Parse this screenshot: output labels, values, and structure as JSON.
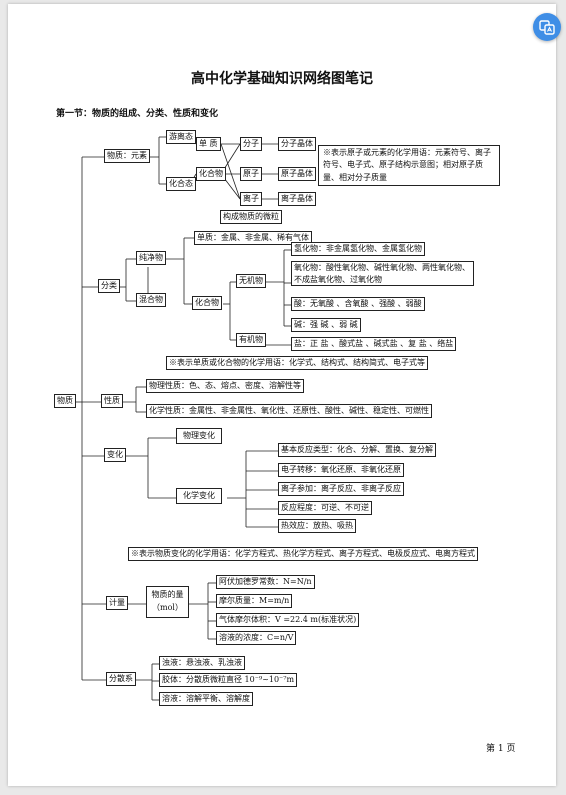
{
  "title": "高中化学基础知识网络图笔记",
  "section": "第一节：物质的组成、分类、性质和变化",
  "page_number": "第 1 页",
  "nodes": {
    "root": "物质",
    "composition": "物质：元素",
    "free_state": "游离态",
    "combined_state": "化合态",
    "simple_substance": "单 质",
    "compound_top": "化合物",
    "molecule": "分子",
    "atom": "原子",
    "ion": "离子",
    "molecular_crystal": "分子晶体",
    "atomic_crystal": "原子晶体",
    "ionic_crystal": "离子晶体",
    "note_composition": "※表示原子或元素的化学用语：元素符号、离子符号、电子式、原子结构示意图；相对原子质量、相对分子质量",
    "particles": "构成物质的微粒",
    "classification": "分类",
    "pure": "纯净物",
    "mixture": "混合物",
    "elements_types": "单质：金属、非金属、稀有气体",
    "compound": "化合物",
    "inorganic": "无机物",
    "organic": "有机物",
    "hydride": "氢化物：非金属氢化物、金属氢化物",
    "oxide": "氧化物：酸性氧化物、碱性氧化物、两性氧化物、不成盐氧化物、过氧化物",
    "acid": "酸：无氧酸 、含氧酸 、强酸 、弱酸",
    "base": "碱：强 碱 、弱 碱",
    "salt": "盐：正 盐 、酸式盐 、碱式盐 、复 盐 、络盐",
    "note_classification": "※表示单质或化合物的化学用语：化学式、结构式、结构简式、电子式等",
    "property": "性质",
    "physical_property": "物理性质：色、态、熔点、密度、溶解性等",
    "chemical_property": "化学性质：金属性、非金属性、氧化性、还原性、酸性、碱性、稳定性、可燃性",
    "change": "变化",
    "physical_change": "物理变化",
    "chemical_change": "化学变化",
    "reaction_basic": "基本反应类型：化合、分解、置换、复分解",
    "electron_transfer": "电子转移：氧化还原、非氧化还原",
    "ion_participation": "离子参加：离子反应、非离子反应",
    "reaction_degree": "反应程度：可逆、不可逆",
    "heat_effect": "热效应：放热、吸热",
    "note_change": "※表示物质变化的化学用语：化学方程式、热化学方程式、离子方程式、电极反应式、电离方程式",
    "measurement": "计量",
    "amount": "物质的量（mol）",
    "avogadro": "阿伏加德罗常数：N=N/n",
    "molar_mass": "摩尔质量：M=m/n",
    "molar_volume": "气体摩尔体积：V =22.4 m(标准状况)",
    "concentration": "溶液的浓度：C=n/V",
    "dispersion": "分散系",
    "turbid": "浊液：悬浊液、乳浊液",
    "colloid": "胶体：分散质微粒直径 10⁻⁹~10⁻⁷m",
    "solution": "溶液：溶解平衡、溶解度"
  },
  "icons": {
    "fab": "translate-icon"
  },
  "colors": {
    "fab": "#3f8ee6",
    "page": "#ffffff",
    "background": "#e9e9e9"
  }
}
